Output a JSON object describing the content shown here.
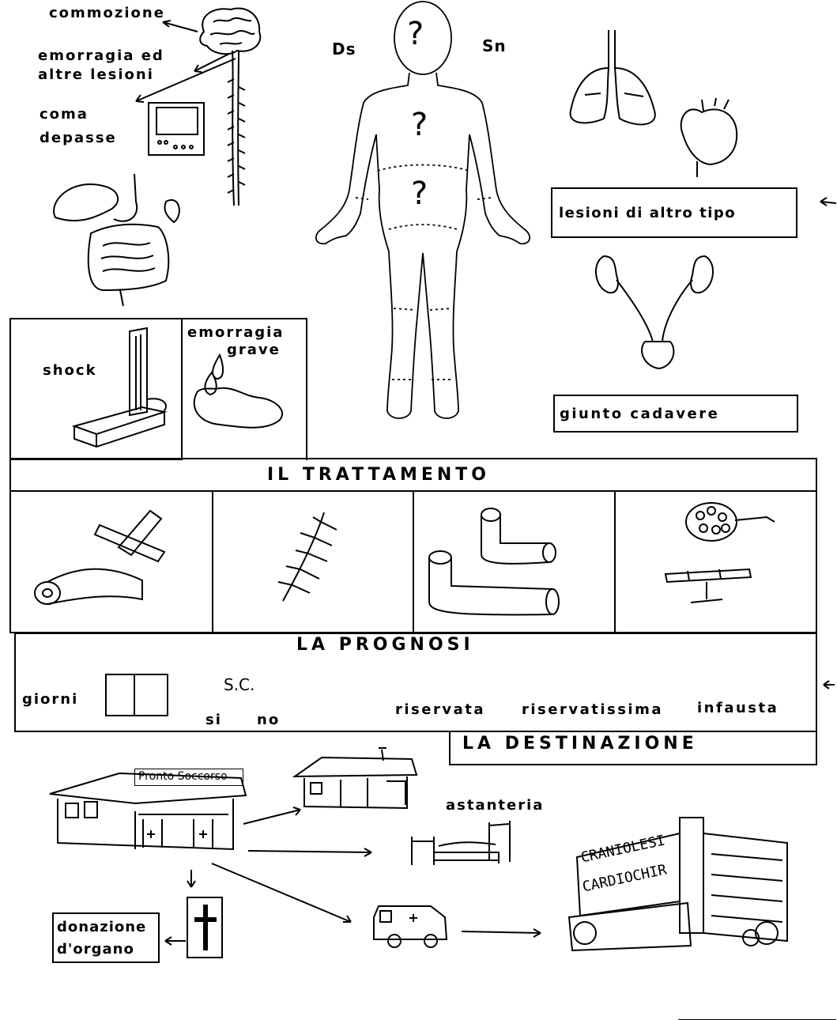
{
  "brain": {
    "commozione": "commozione",
    "emorragia_line1": "emorragia ed",
    "emorragia_line2": "altre lesioni",
    "coma_line1": "coma",
    "coma_line2": "depasse"
  },
  "body_figure": {
    "right_side": "Ds",
    "left_side": "Sn",
    "question_mark": "?"
  },
  "boxes": {
    "lesioni_altro_tipo": "lesioni di altro tipo",
    "giunto_cadavere": "giunto cadavere",
    "shock": "shock",
    "emorragia_grave_line1": "emorragia",
    "emorragia_grave_line2": "grave"
  },
  "trattamento": {
    "title": "IL TRATTAMENTO"
  },
  "prognosi": {
    "title": "LA PROGNOSI",
    "giorni": "giorni",
    "sc": "S.C.",
    "si": "si",
    "no": "no",
    "riservata": "riservata",
    "riservatissima": "riservatissima",
    "infausta": "infausta"
  },
  "destinazione": {
    "title": "LA DESTINAZIONE",
    "pronto_soccorso": "Pronto Soccorso",
    "astanteria": "astanteria",
    "donazione_line1": "donazione",
    "donazione_line2": "d'organo",
    "hospital_sign1": "CRANIOLESI",
    "hospital_sign2": "CARDIOCHIR"
  }
}
